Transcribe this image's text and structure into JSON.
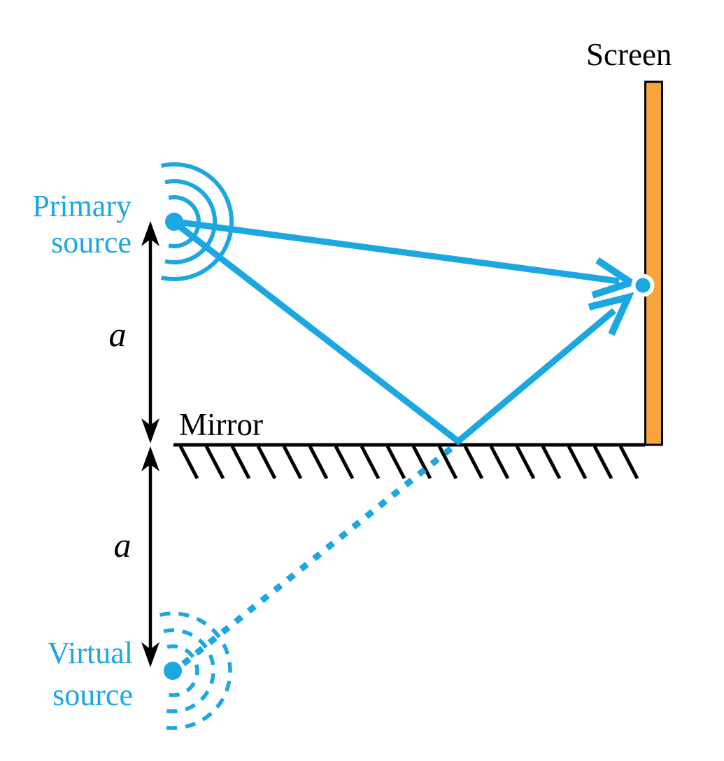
{
  "colors": {
    "ray-blue": "#1BA7E1",
    "screen-orange": "#F7A43D",
    "ink": "#000000",
    "paper": "#FFFFFF"
  },
  "labels": {
    "screen": "Screen",
    "mirror": "Mirror",
    "primary_source": {
      "line1": "Primary",
      "line2": "source"
    },
    "virtual_source": {
      "line1": "Virtual",
      "line2": "source"
    },
    "distance_upper": "a",
    "distance_lower": "a"
  }
}
